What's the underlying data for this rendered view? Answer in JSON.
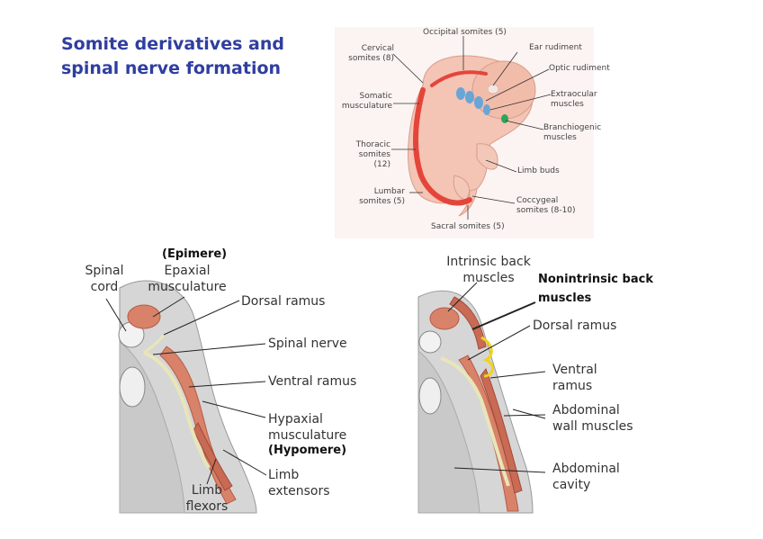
{
  "title": {
    "line1": "Somite derivatives and",
    "line2": "spinal nerve formation"
  },
  "embryo": {
    "occipital": "Occipital somites (5)",
    "cervical_1": "Cervical",
    "cervical_2": "somites (8)",
    "somatic_1": "Somatic",
    "somatic_2": "musculature",
    "thoracic_1": "Thoracic",
    "thoracic_2": "somites",
    "thoracic_3": "(12)",
    "lumbar_1": "Lumbar",
    "lumbar_2": "somites (5)",
    "sacral": "Sacral somites (5)",
    "ear": "Ear rudiment",
    "optic": "Optic rudiment",
    "extraocular_1": "Extraocular",
    "extraocular_2": "muscles",
    "branchio_1": "Branchiogenic",
    "branchio_2": "muscles",
    "limb_buds": "Limb buds",
    "coccygeal_1": "Coccygeal",
    "coccygeal_2": "somites (8-10)"
  },
  "left_section": {
    "epimere": "(Epimere)",
    "spinal_1": "Spinal",
    "spinal_2": "cord",
    "epaxial_1": "Epaxial",
    "epaxial_2": "musculature",
    "dorsal_ramus": "Dorsal ramus",
    "spinal_nerve": "Spinal nerve",
    "ventral_ramus": "Ventral ramus",
    "hypaxial_1": "Hypaxial",
    "hypaxial_2": "musculature",
    "hypomere": "(Hypomere)",
    "limb_ext_1": "Limb",
    "limb_ext_2": "extensors",
    "limb_flex_1": "Limb",
    "limb_flex_2": "flexors"
  },
  "right_section": {
    "intrinsic_1": "Intrinsic back",
    "intrinsic_2": "muscles",
    "nonintrinsic_1": "Nonintrinsic back",
    "nonintrinsic_2": "muscles",
    "dorsal_ramus": "Dorsal ramus",
    "ventral_1": "Ventral",
    "ventral_2": "ramus",
    "abdominal_wall_1": "Abdominal",
    "abdominal_wall_2": "wall muscles",
    "abdominal_cav_1": "Abdominal",
    "abdominal_cav_2": "cavity"
  },
  "colors": {
    "title": "#2f3ea0",
    "muscle": "#d9826a",
    "muscle_dark": "#b85a45",
    "embryo_skin": "#f4c4b4",
    "somite_red": "#e4453a",
    "nerve": "#e8e6b8",
    "highlight": "#f2d21a",
    "gray_tissue": "#d6d6d6"
  }
}
